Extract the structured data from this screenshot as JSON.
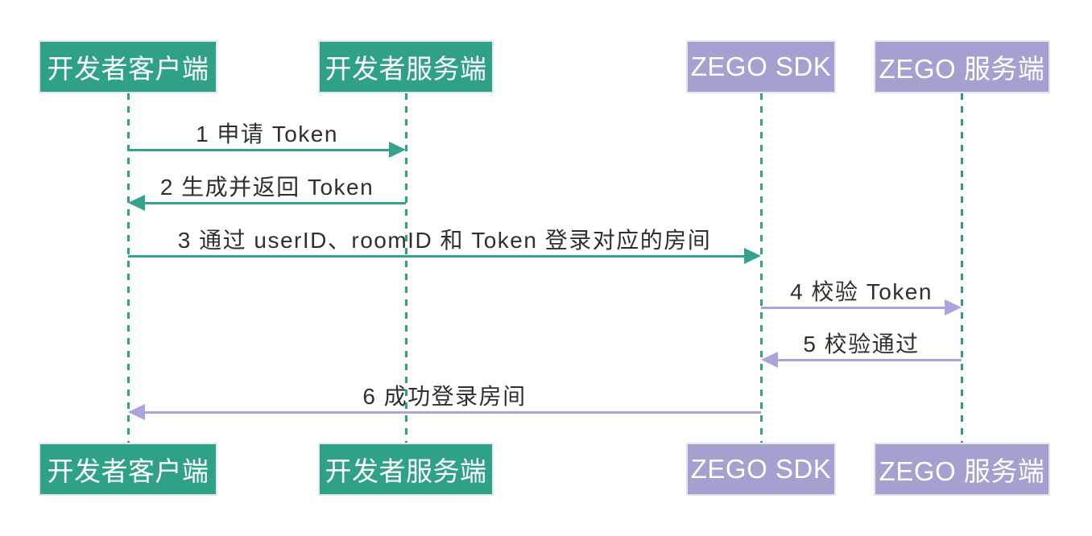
{
  "diagram": {
    "type": "sequence-diagram",
    "participants": [
      {
        "id": "developer-client",
        "label": "开发者客户端",
        "color_key": "teal"
      },
      {
        "id": "developer-server",
        "label": "开发者服务端",
        "color_key": "teal"
      },
      {
        "id": "zego-sdk",
        "label": "ZEGO SDK",
        "color_key": "purple"
      },
      {
        "id": "zego-server",
        "label": "ZEGO 服务端",
        "color_key": "purple"
      }
    ],
    "messages": [
      {
        "seq": 1,
        "label": "1 申请 Token",
        "from": "developer-client",
        "to": "developer-server",
        "color_key": "teal"
      },
      {
        "seq": 2,
        "label": "2 生成并返回 Token",
        "from": "developer-server",
        "to": "developer-client",
        "color_key": "teal"
      },
      {
        "seq": 3,
        "label": "3 通过 userID、roomID 和 Token 登录对应的房间",
        "from": "developer-client",
        "to": "zego-sdk",
        "color_key": "teal"
      },
      {
        "seq": 4,
        "label": "4 校验 Token",
        "from": "zego-sdk",
        "to": "zego-server",
        "color_key": "purple"
      },
      {
        "seq": 5,
        "label": "5 校验通过",
        "from": "zego-server",
        "to": "zego-sdk",
        "color_key": "purple"
      },
      {
        "seq": 6,
        "label": "6 成功登录房间",
        "from": "zego-sdk",
        "to": "developer-client",
        "color_key": "purple"
      }
    ],
    "colors": {
      "teal": "#2EA187",
      "purple": "#A4A0D0",
      "teal_arrow": "#35A18F",
      "purple_arrow": "#A9A5DC",
      "actor_border": "#E3E5F0",
      "actor_text": "#FFFFFF",
      "message_text": "#2F2F2F",
      "background": "#FFFFFF"
    }
  }
}
